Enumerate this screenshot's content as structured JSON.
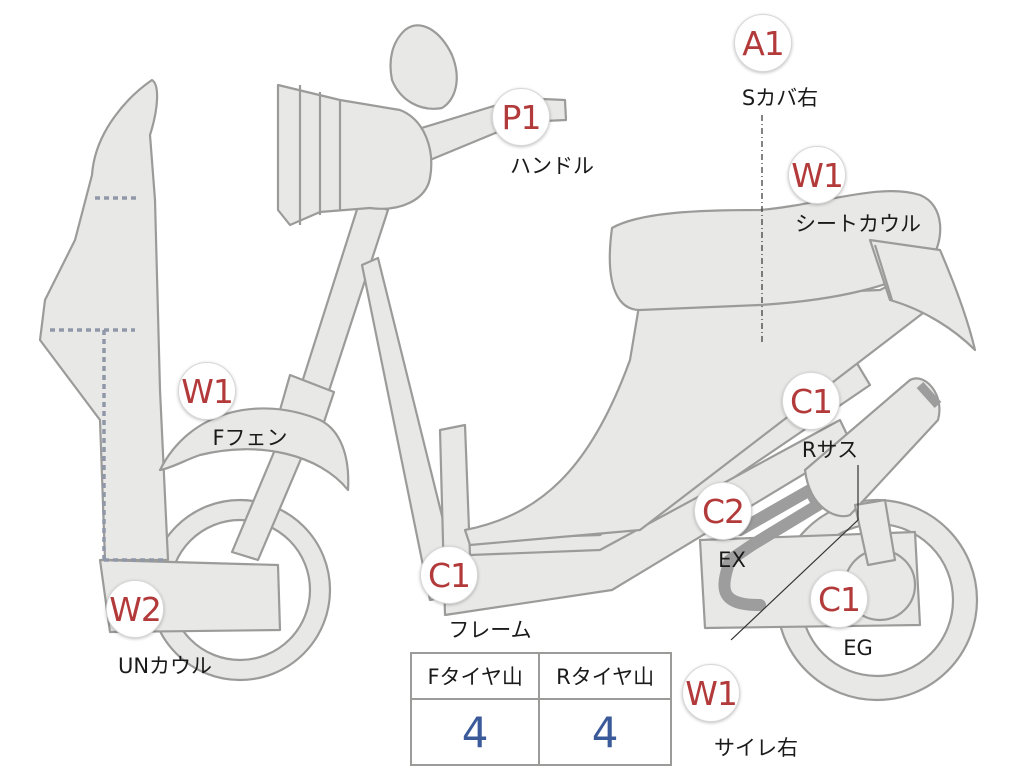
{
  "markers": [
    {
      "id": "a1-s-cover-right",
      "code": "A1",
      "label": "Sカバ右"
    },
    {
      "id": "p1-handle",
      "code": "P1",
      "label": "ハンドル"
    },
    {
      "id": "w1-seat-cowl",
      "code": "W1",
      "label": "シートカウル"
    },
    {
      "id": "w1-front-fender",
      "code": "W1",
      "label": "Fフェン"
    },
    {
      "id": "c1-rear-suspension",
      "code": "C1",
      "label": "Rサス"
    },
    {
      "id": "c2-exhaust",
      "code": "C2",
      "label": "EX"
    },
    {
      "id": "c1-frame",
      "code": "C1",
      "label": "フレーム"
    },
    {
      "id": "c1-engine",
      "code": "C1",
      "label": "EG"
    },
    {
      "id": "w2-under-cowl",
      "code": "W2",
      "label": "UNカウル"
    },
    {
      "id": "w1-muffler-right",
      "code": "W1",
      "label": "サイレ右"
    }
  ],
  "tread_table": {
    "headers": [
      "Fタイヤ山",
      "Rタイヤ山"
    ],
    "values": [
      "4",
      "4"
    ]
  },
  "colors": {
    "code_text": "#b33a3a",
    "tread_value": "#3b5a9a",
    "part_fill": "#e8e8e6",
    "part_stroke": "#9b9b99"
  }
}
